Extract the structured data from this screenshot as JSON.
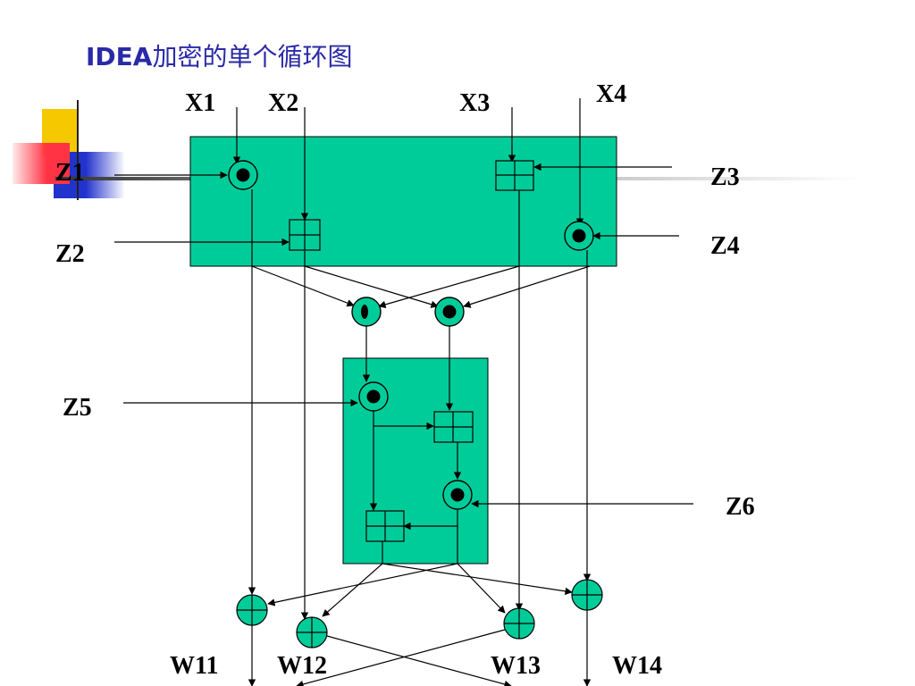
{
  "title": {
    "bold": "IDEA",
    "rest": "加密的单个循环图"
  },
  "colors": {
    "block_fill": "#00cc99",
    "title": "#2a2aa8",
    "line": "#000000"
  },
  "inputs": [
    "X1",
    "X2",
    "X3",
    "X4"
  ],
  "subkeys": [
    "Z1",
    "Z2",
    "Z3",
    "Z4",
    "Z5",
    "Z6"
  ],
  "outputs": [
    "W11",
    "W12",
    "W13",
    "W14"
  ],
  "operators": {
    "multiply": "multiplication-mod-icon",
    "add": "addition-mod-icon",
    "xor": "xor-icon"
  }
}
